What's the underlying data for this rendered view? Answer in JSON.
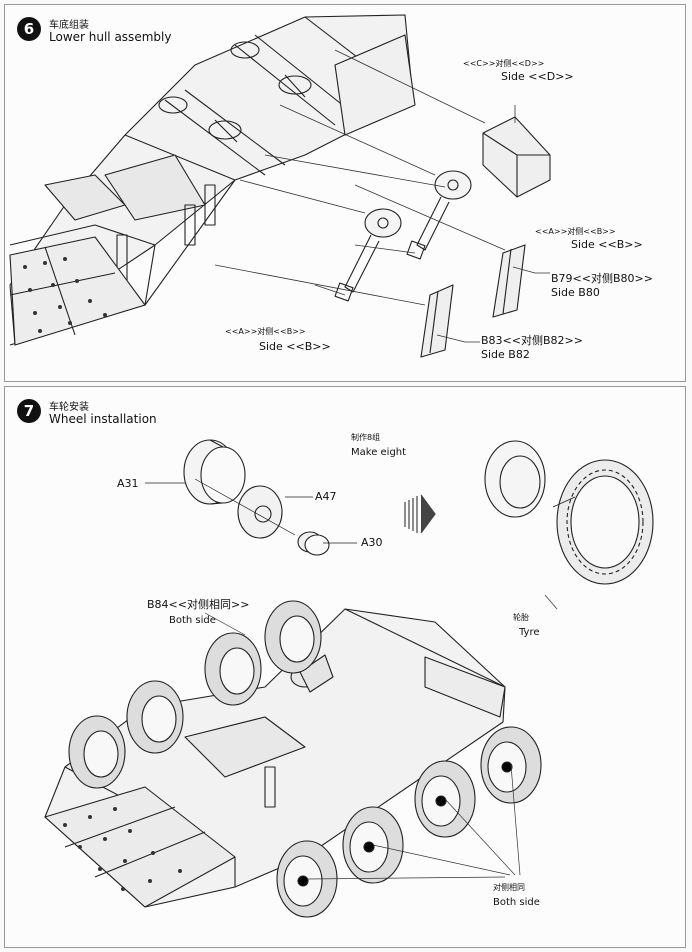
{
  "step6": {
    "number": "6",
    "title_zh": "车底组装",
    "title_en": "Lower hull assembly",
    "labels": {
      "side_d_cn": "<<C>>对侧<<D>>",
      "side_d": "Side <<D>>",
      "side_b_upper_cn": "<<A>>对侧<<B>>",
      "side_b_upper": "Side <<B>>",
      "b79": "B79<<对侧B80>>",
      "b79_side": "Side B80",
      "side_b_lower_cn": "<<A>>对侧<<B>>",
      "side_b_lower": "Side <<B>>",
      "b83": "B83<<对侧B82>>",
      "b83_side": "Side B82"
    }
  },
  "step7": {
    "number": "7",
    "title_zh": "车轮安装",
    "title_en": "Wheel installation",
    "labels": {
      "make_eight_cn": "制作8组",
      "make_eight": "Make eight",
      "a31": "A31",
      "a47": "A47",
      "a30": "A30",
      "tyre_cn": "轮胎",
      "tyre": "Tyre",
      "b84_cn": "B84<<对侧相同>>",
      "b84_side": "Both side",
      "both_side_cn": "对侧相同",
      "both_side": "Both side"
    }
  }
}
